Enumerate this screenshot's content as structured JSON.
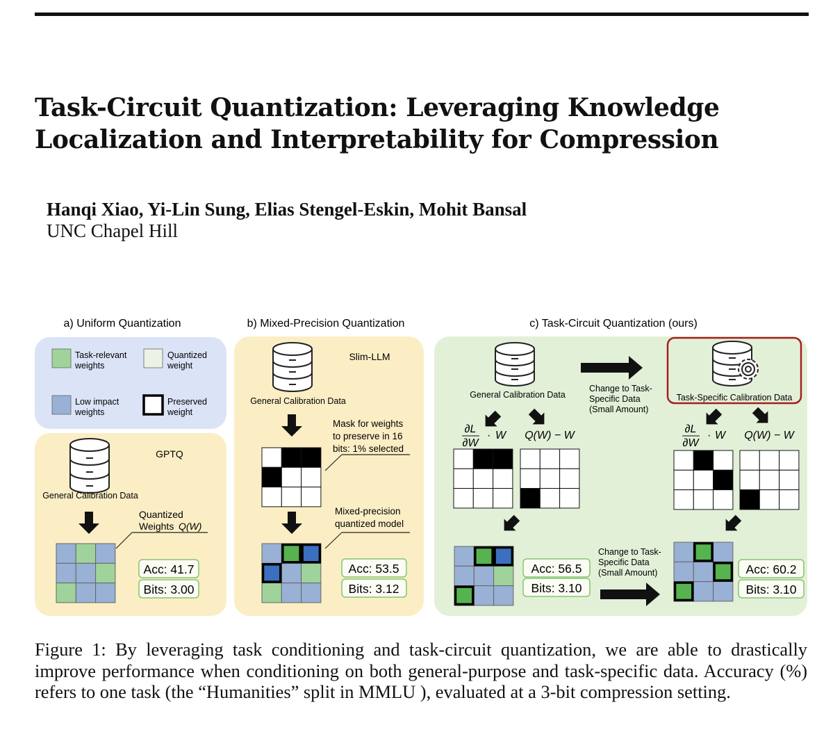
{
  "paper": {
    "title": "Task-Circuit Quantization: Leveraging Knowledge Localization and Interpretability for Compression",
    "authors": "Hanqi Xiao, Yi-Lin Sung, Elias Stengel-Eskin, Mohit Bansal",
    "affiliation": "UNC Chapel Hill"
  },
  "colors": {
    "legend_bg": "#dbe3f7",
    "panel_yellow": "#fbeec5",
    "panel_green": "#e3f0d8",
    "task_relevant_weight": "#9fd39b",
    "low_impact_weight": "#98b1d5",
    "quantized_weight": "#edf2e6",
    "preserved_green": "#56b34f",
    "preserved_blue": "#3b6fc0",
    "metric_border": "#86c46f",
    "highlight_border": "#a51f1f"
  },
  "figure": {
    "panel_a": {
      "title": "a) Uniform Quantization",
      "legend": {
        "task_relevant": [
          "Task-relevant",
          "weights"
        ],
        "quantized": [
          "Quantized",
          "weight"
        ],
        "low_impact": [
          "Low impact",
          "weights"
        ],
        "preserved": [
          "Preserved",
          "weight"
        ]
      },
      "method": "GPTQ",
      "data_label": "General Calibration Data",
      "callout": [
        "Quantized",
        "Weights"
      ],
      "callout_math": "Q(W)",
      "acc": "Acc: 41.7",
      "bits": "Bits: 3.00"
    },
    "panel_b": {
      "title": "b) Mixed-Precision Quantization",
      "method": "Slim-LLM",
      "data_label": "General Calibration Data",
      "mask_note": [
        "Mask for weights",
        "to preserve in 16",
        "bits: 1% selected"
      ],
      "model_note": [
        "Mixed-precision",
        "quantized model"
      ],
      "acc": "Acc: 53.5",
      "bits": "Bits: 3.12"
    },
    "panel_c": {
      "title": "c) Task-Circuit Quantization (ours)",
      "general_label": "General Calibration Data",
      "change_note": [
        "Change to Task-",
        "Specific Data",
        "(Small Amount)"
      ],
      "task_label": "Task-Specific Calibration Data",
      "grad_num": "∂L",
      "grad_den": "∂W",
      "dot": "·",
      "w": "W",
      "q_diff": "Q(W) − W",
      "acc_general": "Acc: 56.5",
      "bits_general": "Bits: 3.10",
      "acc_task": "Acc: 60.2",
      "bits_task": "Bits: 3.10"
    }
  },
  "caption": "Figure 1: By leveraging task conditioning and task-circuit quantization, we are able to drastically improve performance when conditioning on both general-purpose and task-specific data. Accuracy (%) refers to one task (the “Humanities” split in MMLU ), evaluated at a 3-bit compression setting."
}
